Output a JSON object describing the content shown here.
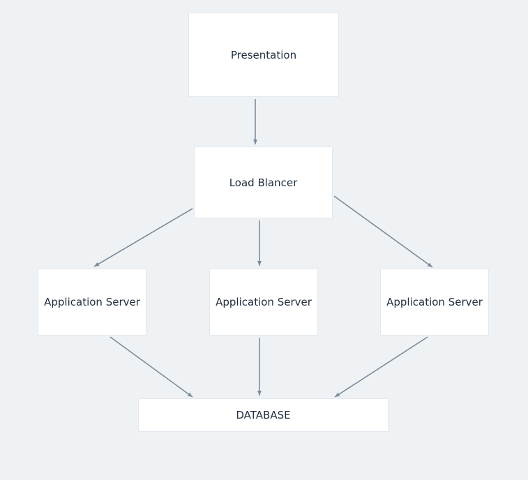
{
  "nodes": {
    "presentation": "Presentation",
    "load_balancer": "Load Blancer",
    "app_server_1": "Application Server",
    "app_server_2": "Application Server",
    "app_server_3": "Application Server",
    "database": "DATABASE"
  },
  "colors": {
    "background": "#eef2f5",
    "node_fill": "#ffffff",
    "edge": "#7d8c9a",
    "text": "#1f2d3d"
  }
}
